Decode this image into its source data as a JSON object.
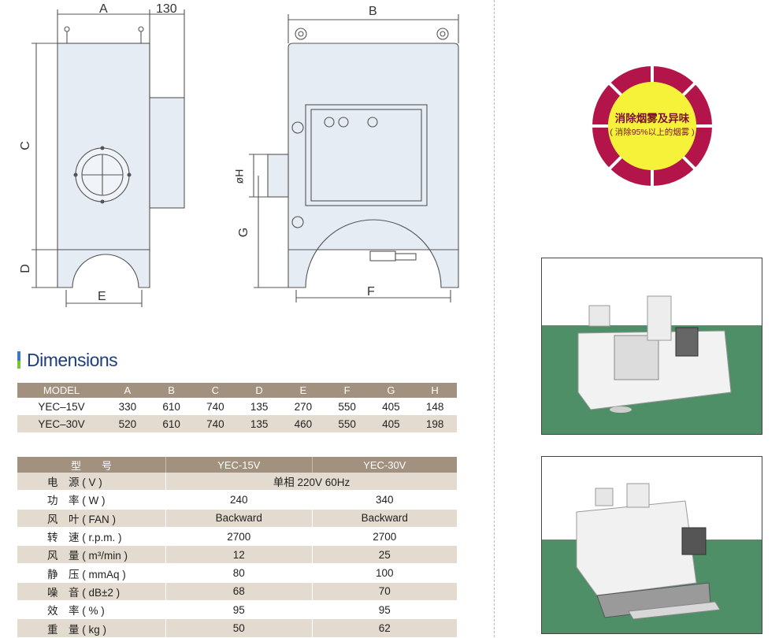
{
  "drawing_labels": {
    "A": "A",
    "dim130": "130",
    "B": "B",
    "C": "C",
    "D": "D",
    "E": "E",
    "F": "F",
    "G": "G",
    "H": "øH"
  },
  "section_title": "Dimensions",
  "dimensions_table": {
    "headers": [
      "MODEL",
      "A",
      "B",
      "C",
      "D",
      "E",
      "F",
      "G",
      "H"
    ],
    "rows": [
      [
        "YEC–15V",
        "330",
        "610",
        "740",
        "135",
        "270",
        "550",
        "405",
        "148"
      ],
      [
        "YEC–30V",
        "520",
        "610",
        "740",
        "135",
        "460",
        "550",
        "405",
        "198"
      ]
    ]
  },
  "spec_table": {
    "headers": [
      "型　　号",
      "YEC-15V",
      "YEC-30V"
    ],
    "power_label": "电　源 ( V )",
    "power_value": "单相 220V  60Hz",
    "rows": [
      [
        "功　率 ( W )",
        "240",
        "340"
      ],
      [
        "风　叶 ( FAN )",
        "Backward",
        "Backward"
      ],
      [
        "转　速 ( r.p.m. )",
        "2700",
        "2700"
      ],
      [
        "风　量 ( m³/min )",
        "12",
        "25"
      ],
      [
        "静　压 ( mmAq )",
        "80",
        "100"
      ],
      [
        "噪　音 ( dB±2 )",
        "68",
        "70"
      ],
      [
        "效　率 ( % )",
        "95",
        "95"
      ],
      [
        "重　量 ( kg )",
        "50",
        "62"
      ]
    ]
  },
  "badge": {
    "line1": "消除烟雾及异味",
    "line2": "( 消除95%以上的烟雾 )"
  },
  "colors": {
    "header_bg": "#a2917e",
    "row_shade": "#e3dbcf",
    "badge_ring": "#b3154a",
    "badge_center": "#f6f23a",
    "title_blue": "#1c3f7a",
    "floor_green": "#4f8f67"
  }
}
